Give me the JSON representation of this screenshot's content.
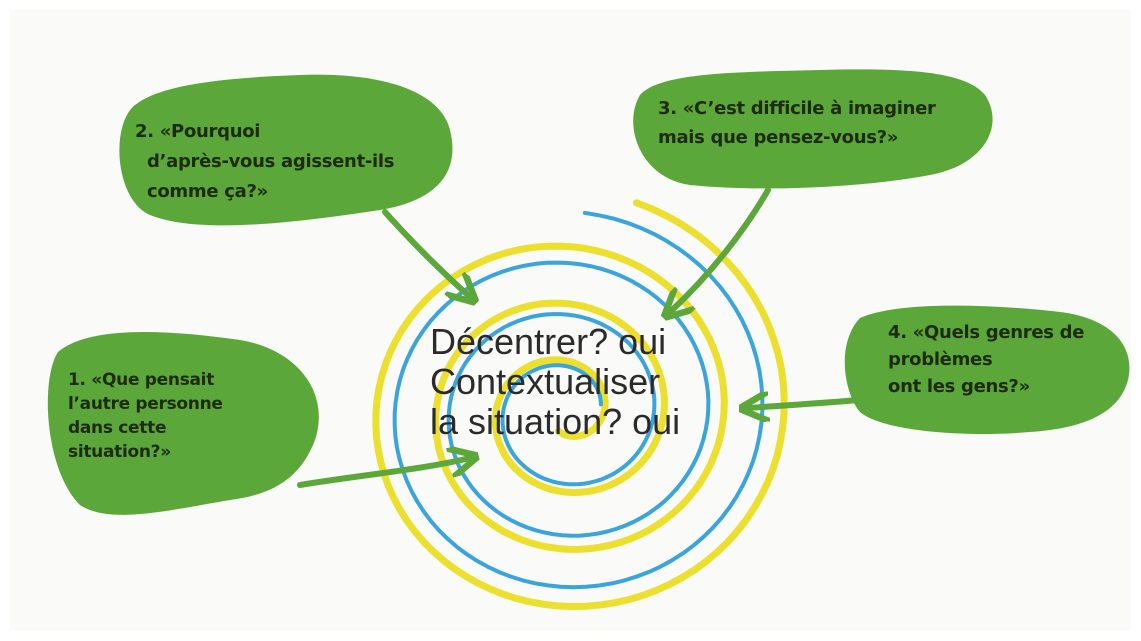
{
  "center": {
    "line1": "Décentrer? oui",
    "line2": "Contextualiser",
    "line3": "la situation? oui"
  },
  "bubbles": [
    {
      "lines": [
        "1. «Que pensait",
        "l’autre personne",
        "dans cette",
        "situation?»"
      ]
    },
    {
      "lines": [
        "2. «Pourquoi",
        "d’après-vous agissent-ils",
        "comme ça?»"
      ]
    },
    {
      "lines": [
        "3. «C’est difficile à imaginer",
        "mais que pensez-vous?»"
      ]
    },
    {
      "lines": [
        "4. «Quels genres de",
        "problèmes",
        "ont les gens?»"
      ]
    }
  ],
  "colors": {
    "bubble": "#5ca73a",
    "arrow": "#5ca73a",
    "spiral_yellow": "#ecdf2e",
    "spiral_blue": "#3aa4dc",
    "text": "#1f2a12"
  }
}
